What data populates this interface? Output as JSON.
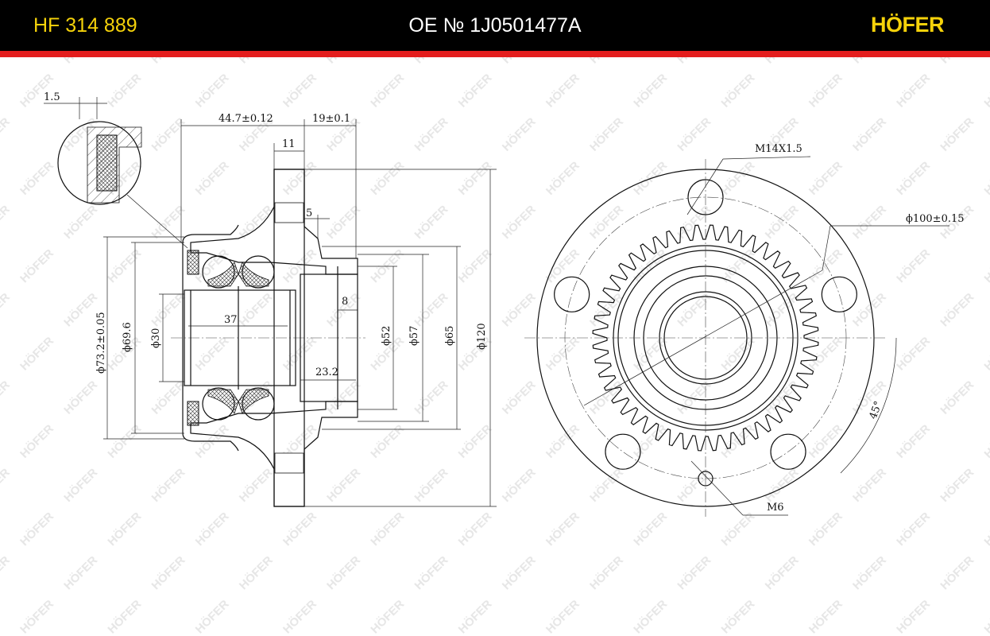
{
  "header": {
    "part_number": "HF 314 889",
    "oe_number": "OE № 1J0501477A",
    "brand_logo": "HÖFER"
  },
  "colors": {
    "header_bg": "#000000",
    "accent_red": "#e41d1d",
    "brand_yellow": "#f5d20a"
  },
  "watermark": "HÖFER",
  "section_view": {
    "dimensions": {
      "seal_offset": "1.5",
      "overall_width": "44.7±0.12",
      "flange_offset": "19±0.1",
      "flange_thickness": "11",
      "pilot_step": "5",
      "pilot_chamfer": "8",
      "bearing_width": "37",
      "pilot_depth": "23.2",
      "d_outer_bearing": "ϕ73.2±0.05",
      "d_bearing_seat": "ϕ69.6",
      "d_bore": "ϕ30",
      "d_pilot_inner": "ϕ52",
      "d_pilot": "ϕ57",
      "d_hub": "ϕ65",
      "d_flange": "ϕ120"
    }
  },
  "front_view": {
    "dimensions": {
      "bolt_thread": "M14X1.5",
      "bolt_circle": "ϕ100±0.15",
      "angle": "45°",
      "screw_thread": "M6"
    },
    "tone_ring_teeth": 48,
    "bolt_holes": 5
  }
}
